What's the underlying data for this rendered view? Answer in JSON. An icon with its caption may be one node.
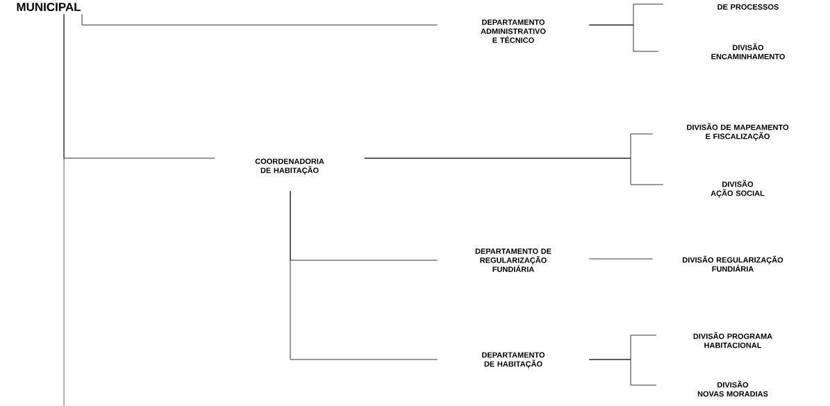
{
  "diagram": {
    "nodes": [
      {
        "text": [
          "MUNICIPAL"
        ]
      },
      {
        "text": [
          "DEPARTAMENTO ADMINISTRATIVO E TÉCNICO"
        ]
      },
      {
        "text": [
          "DE PROCESSOS"
        ]
      },
      {
        "text": [
          "DIVISÃO ENCAMINHAMENTO"
        ]
      },
      {
        "text": [
          "COORDENADORIA DE HABITAÇÃO"
        ]
      },
      {
        "text": [
          "DIVISÃO DE MAPEAMENTO E FISCALIZAÇÃO"
        ]
      },
      {
        "text": [
          "DIVISÃO AÇÃO SOCIAL"
        ]
      },
      {
        "text": [
          "DEPARTAMENTO DE REGULARIZAÇÃO FUNDIÁRIA"
        ]
      },
      {
        "text": [
          "DIVISÃO REGULARIZAÇÃO FUNDIÁRIA"
        ]
      },
      {
        "text": [
          "DEPARTAMENTO DE HABITAÇÃO"
        ]
      },
      {
        "text": [
          "DIVISÃO PROGRAMA HABITACIONAL"
        ]
      },
      {
        "text": [
          "DIVISÃO NOVAS MORADIAS"
        ]
      }
    ],
    "edges": [
      {
        "from": 0,
        "to": 1,
        "arrow": "none"
      },
      {
        "from": 0,
        "to": 4,
        "arrow": "none"
      },
      {
        "from": 0,
        "to": null,
        "arrow": "none"
      },
      {
        "from": 1,
        "to": 2,
        "arrow": "none"
      },
      {
        "from": 1,
        "to": 3,
        "arrow": "none"
      },
      {
        "from": 4,
        "to": 5,
        "arrow": "none"
      },
      {
        "from": 4,
        "to": 6,
        "arrow": "none"
      },
      {
        "from": 4,
        "to": 7,
        "arrow": "none"
      },
      {
        "from": 4,
        "to": 9,
        "arrow": "none"
      },
      {
        "from": 7,
        "to": 8,
        "arrow": "none"
      },
      {
        "from": 9,
        "to": 10,
        "arrow": "none"
      },
      {
        "from": 9,
        "to": 11,
        "arrow": "none"
      }
    ]
  }
}
